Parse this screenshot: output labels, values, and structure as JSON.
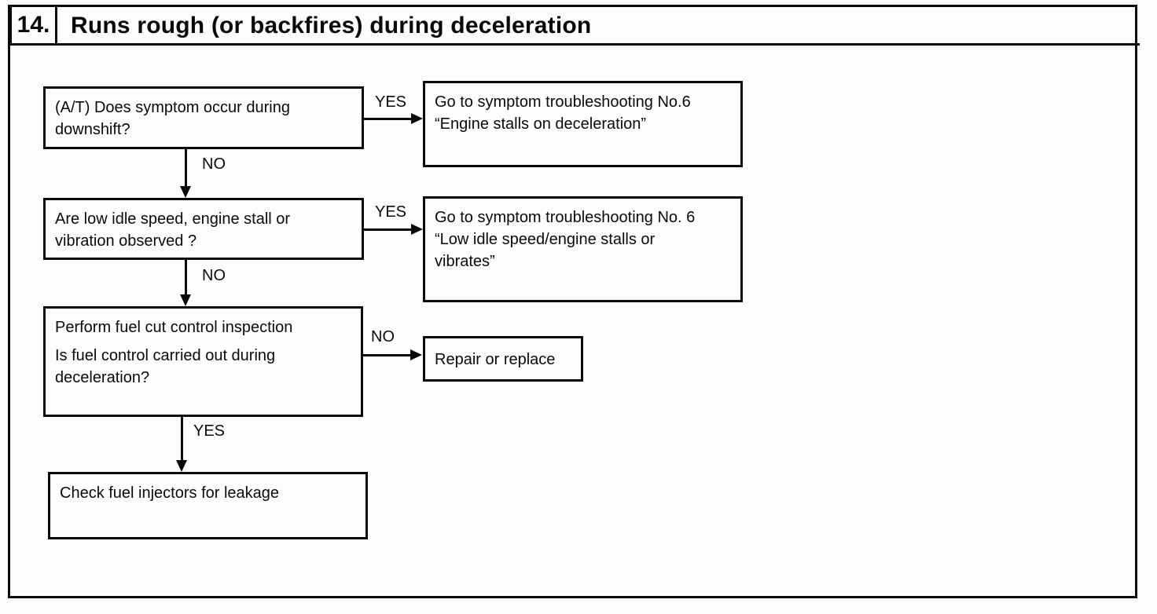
{
  "header": {
    "number": "14.",
    "title": "Runs rough (or backfires) during deceleration"
  },
  "flowchart": {
    "q1": {
      "lines": [
        "(A/T) Does symptom occur during",
        "downshift?"
      ]
    },
    "r1": {
      "lines": [
        "Go to symptom troubleshooting No.6",
        "“Engine stalls on deceleration”"
      ]
    },
    "q2": {
      "lines": [
        "Are low idle speed, engine stall or",
        "vibration observed ?"
      ]
    },
    "r2": {
      "lines": [
        "Go to symptom troubleshooting No. 6",
        "“Low idle speed/engine stalls or",
        "vibrates”"
      ]
    },
    "q3": {
      "lines": [
        "Perform fuel cut control inspection"
      ],
      "lines2": [
        "Is fuel control carried out during",
        "deceleration?"
      ]
    },
    "r3": {
      "lines": [
        "Repair or replace"
      ]
    },
    "q4": {
      "lines": [
        "Check fuel injectors for leakage"
      ]
    },
    "edges": {
      "q1_r1": "YES",
      "q1_q2": "NO",
      "q2_r2": "YES",
      "q2_q3": "NO",
      "q3_r3": "NO",
      "q3_q4": "YES"
    }
  }
}
